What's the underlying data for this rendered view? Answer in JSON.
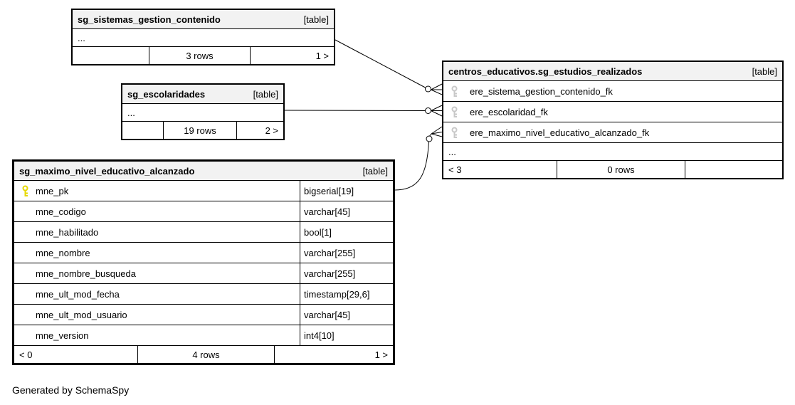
{
  "diagram": {
    "caption": "Generated by SchemaSpy"
  },
  "icons": {
    "primary_key": "key-icon",
    "foreign_key": "key-icon"
  },
  "colors": {
    "header_bg": "#f2f2f2",
    "border": "#000000",
    "primary_key_color": "#e6d800",
    "foreign_key_color": "#c8c8c8",
    "line_color": "#000000"
  },
  "tables": {
    "sistemas": {
      "name": "sg_sistemas_gestion_contenido",
      "type": "[table]",
      "ellipsis": "...",
      "footer": {
        "left": "",
        "center": "3 rows",
        "right": "1 >"
      }
    },
    "escolaridades": {
      "name": "sg_escolaridades",
      "type": "[table]",
      "ellipsis": "...",
      "footer": {
        "left": "",
        "center": "19 rows",
        "right": "2 >"
      }
    },
    "maximo": {
      "name": "sg_maximo_nivel_educativo_alcanzado",
      "type": "[table]",
      "columns": [
        {
          "name": "mne_pk",
          "type": "bigserial[19]",
          "key": "primary"
        },
        {
          "name": "mne_codigo",
          "type": "varchar[45]",
          "key": ""
        },
        {
          "name": "mne_habilitado",
          "type": "bool[1]",
          "key": ""
        },
        {
          "name": "mne_nombre",
          "type": "varchar[255]",
          "key": ""
        },
        {
          "name": "mne_nombre_busqueda",
          "type": "varchar[255]",
          "key": ""
        },
        {
          "name": "mne_ult_mod_fecha",
          "type": "timestamp[29,6]",
          "key": ""
        },
        {
          "name": "mne_ult_mod_usuario",
          "type": "varchar[45]",
          "key": ""
        },
        {
          "name": "mne_version",
          "type": "int4[10]",
          "key": ""
        }
      ],
      "footer": {
        "left": "< 0",
        "center": "4 rows",
        "right": "1 >"
      }
    },
    "estudios": {
      "name": "centros_educativos.sg_estudios_realizados",
      "type": "[table]",
      "columns": [
        {
          "name": "ere_sistema_gestion_contenido_fk",
          "key": "foreign"
        },
        {
          "name": "ere_escolaridad_fk",
          "key": "foreign"
        },
        {
          "name": "ere_maximo_nivel_educativo_alcanzado_fk",
          "key": "foreign"
        }
      ],
      "ellipsis": "...",
      "footer": {
        "left": "< 3",
        "center": "0 rows",
        "right": ""
      }
    }
  }
}
